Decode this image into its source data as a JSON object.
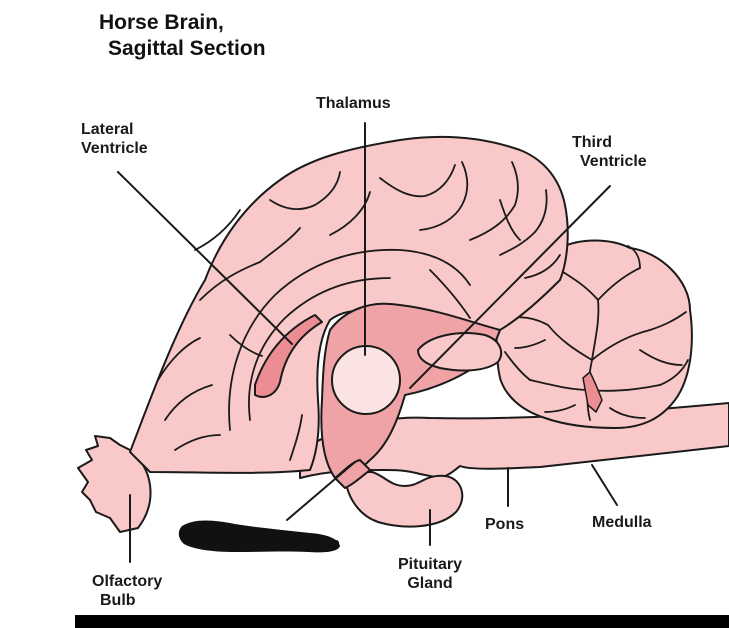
{
  "title": {
    "line1": "Horse Brain,",
    "line2": "Sagittal Section"
  },
  "labels": {
    "thalamus": "Thalamus",
    "lateral_ventricle": [
      "Lateral",
      "Ventricle"
    ],
    "third_ventricle": [
      "Third",
      "Ventricle"
    ],
    "olfactory_bulb": [
      "Olfactory",
      "Bulb"
    ],
    "pituitary_gland": [
      "Pituitary",
      "Gland"
    ],
    "pons": "Pons",
    "medulla": "Medulla"
  },
  "colors": {
    "fill": "#f9c9c9",
    "fill_dark": "#f0a3a6",
    "ventricle": "#ec8c93",
    "outline": "#1a1a1a",
    "redaction": "#111111",
    "bottom_bar": "#000000"
  }
}
